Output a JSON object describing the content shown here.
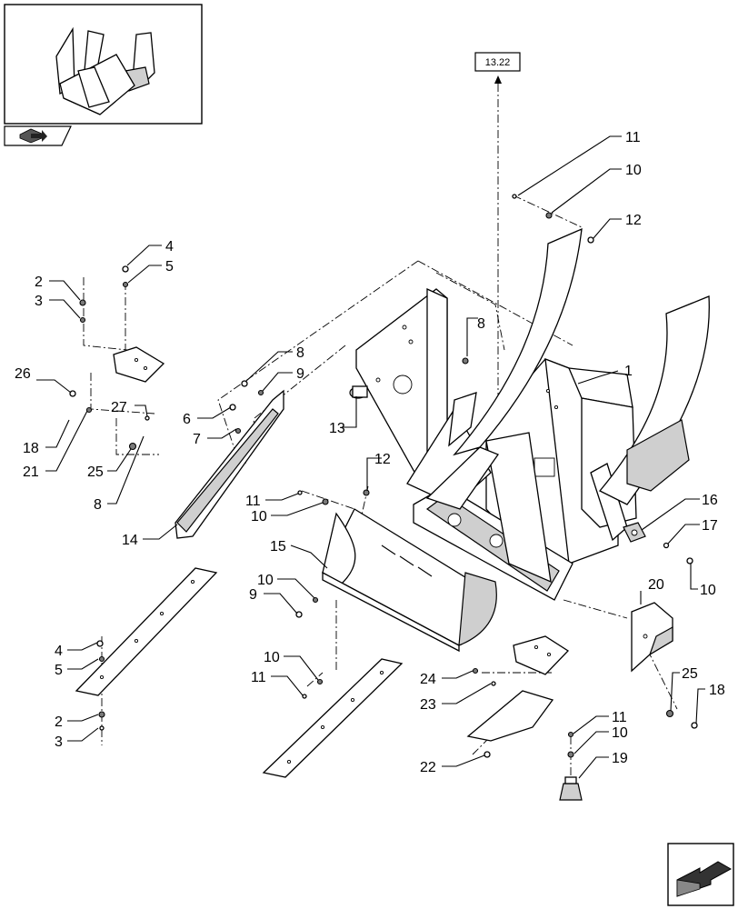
{
  "reference_box": {
    "label": "13.22"
  },
  "callouts": [
    {
      "id": "c1",
      "text": "1"
    },
    {
      "id": "c2a",
      "text": "2"
    },
    {
      "id": "c3a",
      "text": "3"
    },
    {
      "id": "c4a",
      "text": "4"
    },
    {
      "id": "c5a",
      "text": "5"
    },
    {
      "id": "c6",
      "text": "6"
    },
    {
      "id": "c7",
      "text": "7"
    },
    {
      "id": "c8a",
      "text": "8"
    },
    {
      "id": "c9a",
      "text": "9"
    },
    {
      "id": "c8b",
      "text": "8"
    },
    {
      "id": "c8c",
      "text": "8"
    },
    {
      "id": "c10a",
      "text": "10"
    },
    {
      "id": "c11a",
      "text": "11"
    },
    {
      "id": "c12a",
      "text": "12"
    },
    {
      "id": "c12b",
      "text": "12"
    },
    {
      "id": "c13",
      "text": "13"
    },
    {
      "id": "c14",
      "text": "14"
    },
    {
      "id": "c15",
      "text": "15"
    },
    {
      "id": "c11b",
      "text": "11"
    },
    {
      "id": "c10b",
      "text": "10"
    },
    {
      "id": "c10c",
      "text": "10"
    },
    {
      "id": "c9b",
      "text": "9"
    },
    {
      "id": "c16",
      "text": "16"
    },
    {
      "id": "c17",
      "text": "17"
    },
    {
      "id": "c10d",
      "text": "10"
    },
    {
      "id": "c20",
      "text": "20"
    },
    {
      "id": "c26",
      "text": "26"
    },
    {
      "id": "c27",
      "text": "27"
    },
    {
      "id": "c18a",
      "text": "18"
    },
    {
      "id": "c21",
      "text": "21"
    },
    {
      "id": "c25a",
      "text": "25"
    },
    {
      "id": "c4b",
      "text": "4"
    },
    {
      "id": "c5b",
      "text": "5"
    },
    {
      "id": "c2b",
      "text": "2"
    },
    {
      "id": "c3b",
      "text": "3"
    },
    {
      "id": "c10e",
      "text": "10"
    },
    {
      "id": "c11c",
      "text": "11"
    },
    {
      "id": "c24",
      "text": "24"
    },
    {
      "id": "c23",
      "text": "23"
    },
    {
      "id": "c22",
      "text": "22"
    },
    {
      "id": "c11d",
      "text": "11"
    },
    {
      "id": "c10f",
      "text": "10"
    },
    {
      "id": "c19",
      "text": "19"
    },
    {
      "id": "c25b",
      "text": "25"
    },
    {
      "id": "c18b",
      "text": "18"
    }
  ],
  "icons": {
    "thumbnail": "assembly-thumbnail-icon",
    "book": "book-arrow-icon",
    "navigation": "next-page-arrow-icon"
  }
}
